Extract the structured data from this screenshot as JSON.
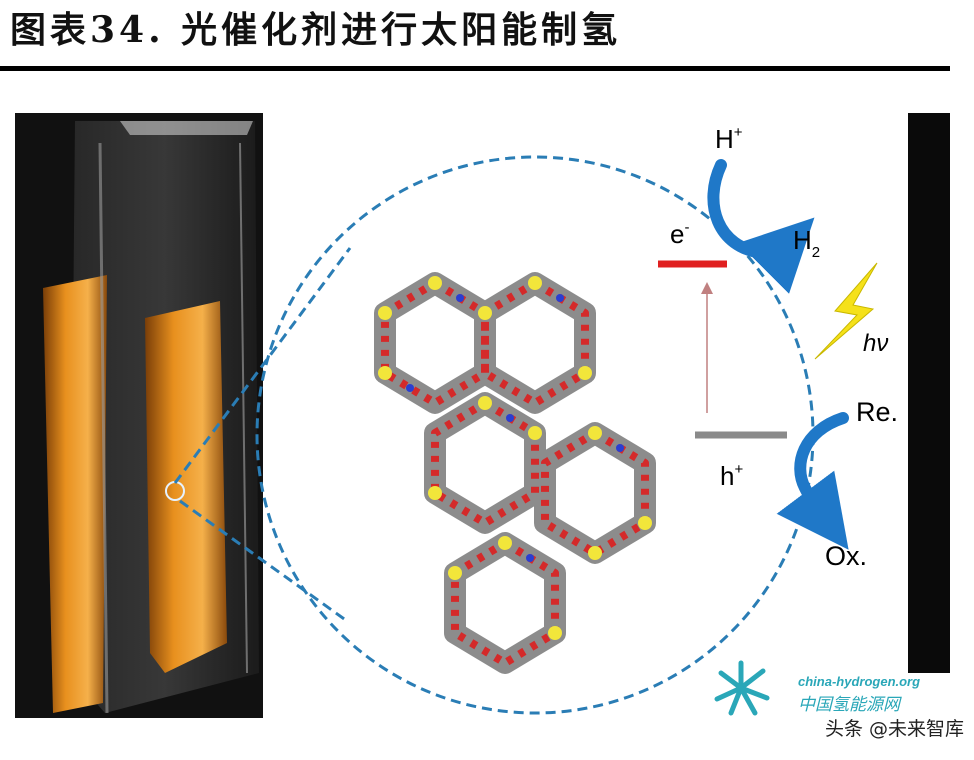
{
  "title": "图表34.   光催化剂进行太阳能制氢",
  "diagram": {
    "labels": {
      "h_plus_ion": "H",
      "h_plus_sup": "+",
      "electron": "e",
      "electron_sup": "-",
      "h2": "H",
      "h2_sub": "2",
      "hole": "h",
      "hole_sup": "+",
      "light": "hν",
      "reductant": "Re.",
      "oxidized": "Ox."
    },
    "colors": {
      "conduction_band": "#e02020",
      "valence_band": "#8a8a8a",
      "arrow_blue": "#1f78c8",
      "dashed_circle": "#2a7db5",
      "lightning": "#f5e11a",
      "vial_liquid": "#e8901e"
    }
  },
  "watermark": {
    "site": "china-hydrogen.org",
    "cn": "中国氢能源网"
  },
  "credit": "头条 @未来智库"
}
